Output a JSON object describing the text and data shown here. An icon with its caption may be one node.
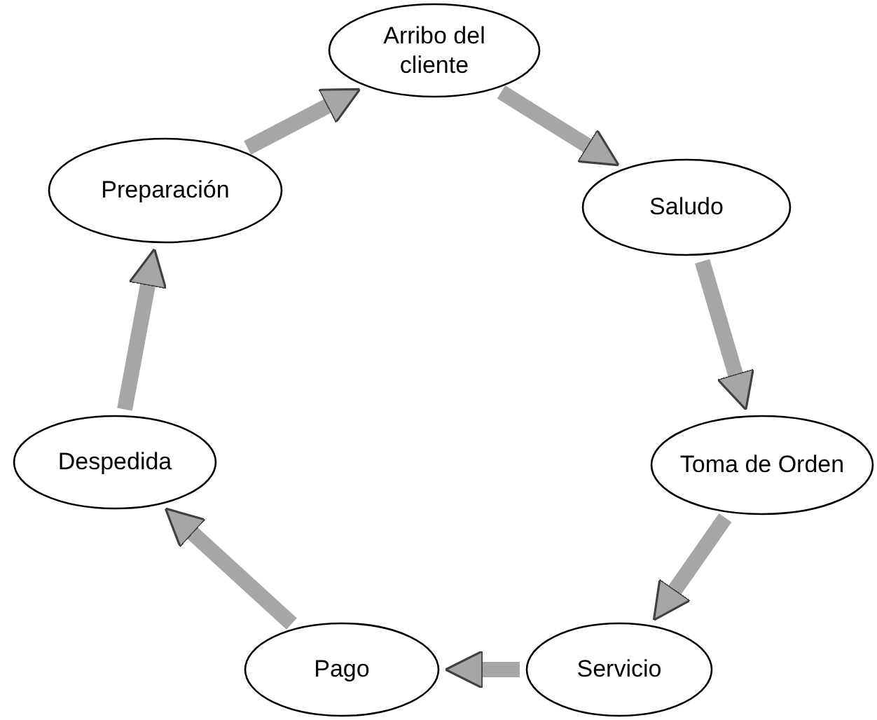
{
  "diagram": {
    "nodes": [
      {
        "text": [
          "Arribo del cliente"
        ]
      },
      {
        "text": [
          "Saludo"
        ]
      },
      {
        "text": [
          "Toma de Orden"
        ]
      },
      {
        "text": [
          "Servicio"
        ]
      },
      {
        "text": [
          "Pago"
        ]
      },
      {
        "text": [
          "Despedida"
        ]
      },
      {
        "text": [
          "Preparación"
        ]
      }
    ],
    "edges": [
      {
        "from": 0,
        "to": 1,
        "arrow": "to"
      },
      {
        "from": 1,
        "to": 2,
        "arrow": "to"
      },
      {
        "from": 2,
        "to": 3,
        "arrow": "to"
      },
      {
        "from": 3,
        "to": 4,
        "arrow": "to"
      },
      {
        "from": 4,
        "to": 5,
        "arrow": "to"
      },
      {
        "from": 5,
        "to": 6,
        "arrow": "to"
      },
      {
        "from": 6,
        "to": 0,
        "arrow": "to"
      }
    ]
  }
}
